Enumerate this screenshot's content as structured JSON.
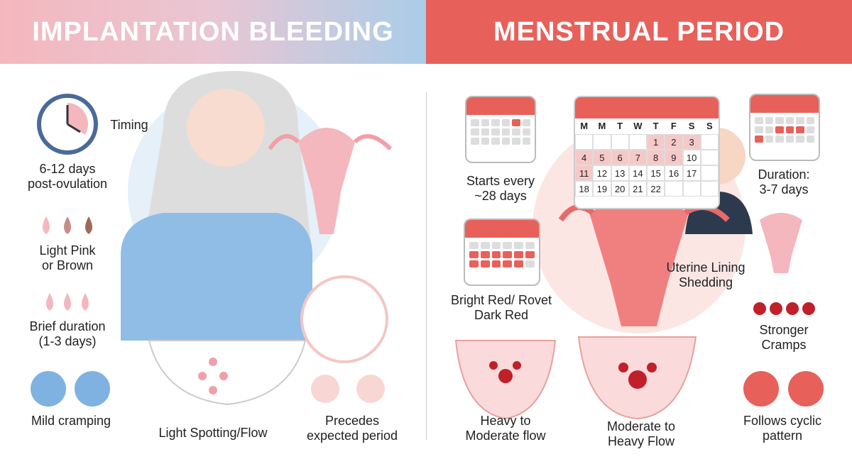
{
  "left": {
    "title": "IMPLANTATION BLEEDING",
    "timing": "Timing",
    "timing_value": [
      "6-12 days",
      "post-ovulation"
    ],
    "color": [
      "Light Pink",
      "or Brown"
    ],
    "duration": [
      "Brief duration",
      "(1-3 days)"
    ],
    "cramping": "Mild cramping",
    "flow": "Light Spotting/Flow",
    "precedes": [
      "Precedes",
      "expected period"
    ]
  },
  "right": {
    "title": "MENSTRUAL PERIOD",
    "starts": [
      "Starts every",
      "~28 days"
    ],
    "color": [
      "Bright Red/ Rovet",
      "Dark Red"
    ],
    "heavy": [
      "Heavy to",
      "Moderate flow"
    ],
    "moderate": [
      "Moderate to",
      "Heavy Flow"
    ],
    "lining": [
      "Uterine Lining",
      "Shedding"
    ],
    "duration": [
      "Duration:",
      "3-7 days"
    ],
    "cramps": [
      "Stronger",
      "Cramps"
    ],
    "cyclic": [
      "Follows cyclic",
      "pattern"
    ],
    "calendar": {
      "weekdays": [
        "M",
        "M",
        "T",
        "W",
        "T",
        "F",
        "S",
        "S"
      ],
      "rows": [
        [
          "",
          "",
          "",
          "",
          "1",
          "2",
          "3",
          ""
        ],
        [
          "4",
          "5",
          "6",
          "7",
          "8",
          "9",
          "10",
          ""
        ],
        [
          "11",
          "12",
          "13",
          "14",
          "15",
          "16",
          "17",
          ""
        ],
        [
          "18",
          "19",
          "20",
          "21",
          "22",
          "",
          "",
          ""
        ]
      ]
    }
  },
  "colors": {
    "accent": "#e8605a",
    "pink": "#f4b7bd",
    "blue": "#a9cde9",
    "drop_red": "#c0202a"
  }
}
